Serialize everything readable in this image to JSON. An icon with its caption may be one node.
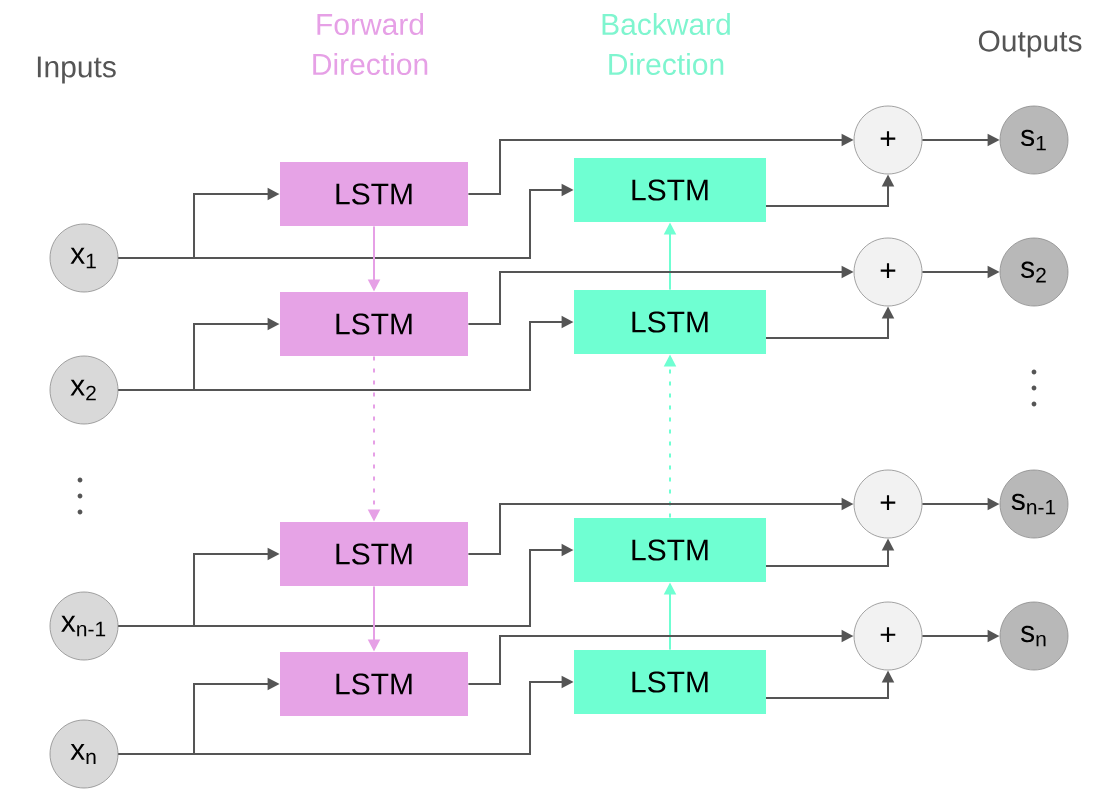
{
  "diagram": {
    "nodes": [
      {
        "text": [
          "x$_{1}$"
        ]
      },
      {
        "text": [
          "x$_{2}$"
        ]
      },
      {
        "text": [
          "x$_{n-1}$"
        ]
      },
      {
        "text": [
          "x$_{n}$"
        ]
      },
      {
        "text": [
          "LSTM"
        ]
      },
      {
        "text": [
          "LSTM"
        ]
      },
      {
        "text": [
          "LSTM"
        ]
      },
      {
        "text": [
          "LSTM"
        ]
      },
      {
        "text": [
          "LSTM"
        ]
      },
      {
        "text": [
          "LSTM"
        ]
      },
      {
        "text": [
          "LSTM"
        ]
      },
      {
        "text": [
          "LSTM"
        ]
      },
      {
        "text": [
          "+"
        ]
      },
      {
        "text": [
          "+"
        ]
      },
      {
        "text": [
          "+"
        ]
      },
      {
        "text": [
          "+"
        ]
      },
      {
        "text": [
          "s$_{1}$"
        ]
      },
      {
        "text": [
          "s$_{2}$"
        ]
      },
      {
        "text": [
          "s$_{n-1}$"
        ]
      },
      {
        "text": [
          "s$_{n}$"
        ]
      }
    ],
    "edges": [
      {
        "from": 0,
        "to": 4,
        "arrow": "to"
      },
      {
        "from": 0,
        "to": 8,
        "arrow": "to"
      },
      {
        "from": 1,
        "to": 5,
        "arrow": "to"
      },
      {
        "from": 1,
        "to": 9,
        "arrow": "to"
      },
      {
        "from": 2,
        "to": 6,
        "arrow": "to"
      },
      {
        "from": 2,
        "to": 10,
        "arrow": "to"
      },
      {
        "from": 3,
        "to": 7,
        "arrow": "to"
      },
      {
        "from": 3,
        "to": 11,
        "arrow": "to"
      },
      {
        "from": 4,
        "to": 5,
        "arrow": "to",
        "color": "#e6a0e6"
      },
      {
        "from": 5,
        "to": 6,
        "arrow": "to",
        "style": "dashed",
        "color": "#e6a0e6"
      },
      {
        "from": 6,
        "to": 7,
        "arrow": "to",
        "color": "#e6a0e6"
      },
      {
        "from": 11,
        "to": 10,
        "arrow": "to",
        "color": "#6fffd2"
      },
      {
        "from": 10,
        "to": 9,
        "arrow": "to",
        "style": "dashed",
        "color": "#6fffd2"
      },
      {
        "from": 9,
        "to": 8,
        "arrow": "to",
        "color": "#6fffd2"
      },
      {
        "from": 4,
        "to": 12,
        "arrow": "to"
      },
      {
        "from": 8,
        "to": 12,
        "arrow": "to"
      },
      {
        "from": 5,
        "to": 13,
        "arrow": "to"
      },
      {
        "from": 9,
        "to": 13,
        "arrow": "to"
      },
      {
        "from": 6,
        "to": 14,
        "arrow": "to"
      },
      {
        "from": 10,
        "to": 14,
        "arrow": "to"
      },
      {
        "from": 7,
        "to": 15,
        "arrow": "to"
      },
      {
        "from": 11,
        "to": 15,
        "arrow": "to"
      },
      {
        "from": 12,
        "to": 16,
        "arrow": "to"
      },
      {
        "from": 13,
        "to": 17,
        "arrow": "to"
      },
      {
        "from": 14,
        "to": 18,
        "arrow": "to"
      },
      {
        "from": 15,
        "to": 19,
        "arrow": "to"
      }
    ],
    "labels": [
      "Inputs",
      "Forward Direction",
      "Backward Direction",
      "Outputs"
    ]
  }
}
